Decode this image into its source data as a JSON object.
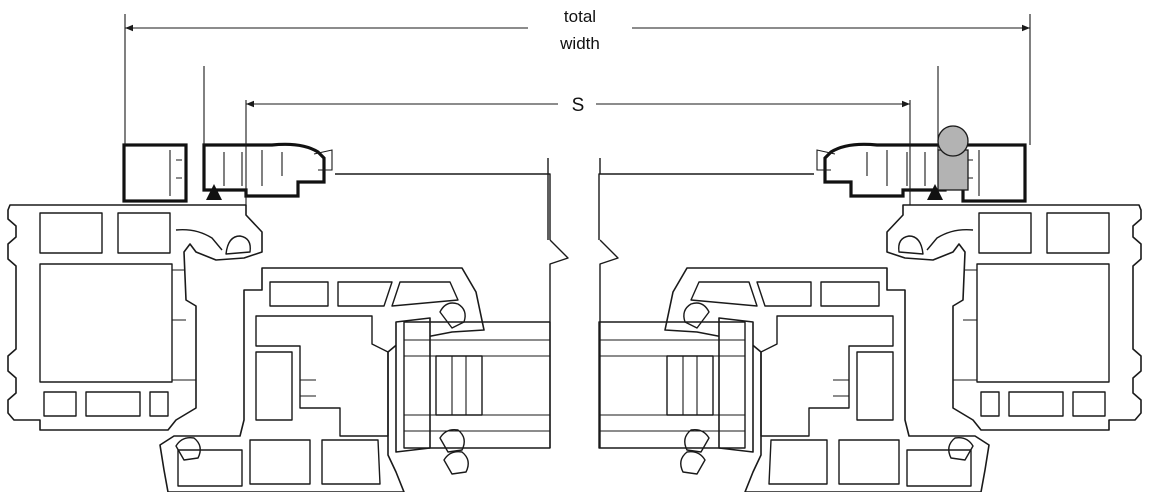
{
  "dimensions": {
    "total_width_line1": "total",
    "total_width_line2": "width",
    "sash_label": "S"
  },
  "colors": {
    "line": "#1a1a1a",
    "gasket": "#b3b3b3",
    "background": "#ffffff"
  }
}
